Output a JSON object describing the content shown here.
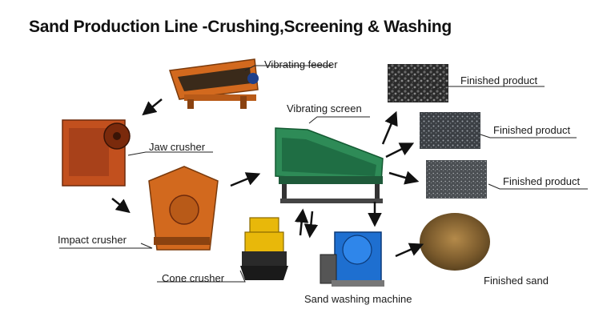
{
  "title": "Sand Production Line -Crushing,Screening & Washing",
  "machines": {
    "vibrating_feeder": "Vibrating feeder",
    "jaw_crusher": "Jaw crusher",
    "impact_crusher": "Impact crusher",
    "cone_crusher": "Cone crusher",
    "vibrating_screen": "Vibrating screen",
    "sand_washing_machine": "Sand washing machine"
  },
  "products": {
    "product_1": "Finished product",
    "product_2": "Finished product",
    "product_3": "Finished product",
    "sand": "Finished sand"
  },
  "colors": {
    "orange_machine": "#d2691e",
    "green_screen": "#2e8b57",
    "blue_washer": "#1e6fd0",
    "cone_yellow": "#e8b80a",
    "arrow": "#111111"
  }
}
